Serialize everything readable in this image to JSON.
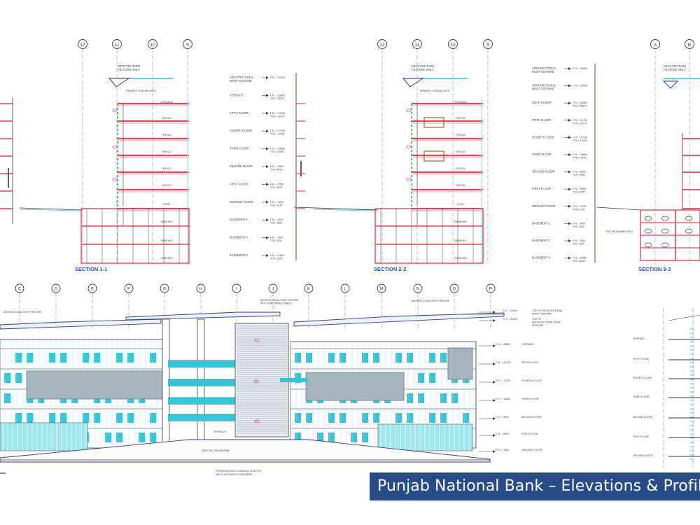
{
  "colors": {
    "line": "#3a3a3a",
    "slab": "#e0475a",
    "cyan": "#34c6d6",
    "cyan_light": "#9fe6ee",
    "glass_grey": "#a7b5bf",
    "green": "#2db34a",
    "magenta": "#d84fd8",
    "grid": "#7a7a7a",
    "caption_bg": "#274b86",
    "caption_text": "#ffffff"
  },
  "caption": "Punjab National Bank – Elevations & Profil",
  "sections": [
    {
      "title": "SECTION 1-1",
      "grid": [
        "12",
        "11",
        "10",
        "9"
      ],
      "feature_note": [
        "ARCHITECTURE",
        "FEATURE ONLY"
      ],
      "parapet_note": "PARAPET 2000 MM HIGH",
      "rooms": [
        "TERRACE",
        "OFFICE",
        "OFFICE",
        "OFFICE",
        "OFFICE",
        "OFFICE",
        "CONF",
        "PARKING",
        "PARKING",
        "PARKING"
      ]
    },
    {
      "title": "SECTION 2-2",
      "grid": [
        "12",
        "11",
        "10",
        "9"
      ],
      "feature_note": [
        "ARCHITECTURE",
        "FEATURE ONLY"
      ],
      "parapet_note": "PARAPET 2000 MM HIGH",
      "rooms": [
        "TERRACE",
        "OFFICE",
        "OFFICE",
        "OFFICE",
        "OFFICE",
        "OFFICE",
        "CONF",
        "PARKING",
        "PARKING",
        "PARKING"
      ]
    },
    {
      "title": "SECTION 3-3",
      "grid": [
        "A",
        "B"
      ],
      "feature_note": [
        "ARCHITECTURE",
        "FEATURE ONLY"
      ],
      "retaining_note": "RCC RETAINING WALL"
    }
  ],
  "levels_section2": [
    {
      "name": "ARCHITECTURAL\nROOF FEATURE",
      "val": "F.FL. +32000",
      "tos": ""
    },
    {
      "name": "TERRACE",
      "val": "F.FL. +25800",
      "tos": "TOS + 25675"
    },
    {
      "name": "FIFTH FLOOR",
      "val": "F.FL. +21700",
      "tos": "TOS + 21675"
    },
    {
      "name": "FOURTH FLOOR",
      "val": "F.FL. +17700",
      "tos": "TOS + 17625"
    },
    {
      "name": "THIRD FLOOR",
      "val": "F.FL. +13650",
      "tos": "TOS +13575"
    },
    {
      "name": "SECOND FLOOR",
      "val": "F.FL. +9600",
      "tos": "TOS +9525"
    },
    {
      "name": "FIRST FLOOR",
      "val": "F.FL. +5550",
      "tos": "TOS +5475"
    },
    {
      "name": "GROUND FLOOR",
      "val": "F.FL. +1200",
      "tos": "TOS +1125"
    },
    {
      "name": "BASEMENT-1",
      "val": "F.FL. -3450",
      "tos": "TOS -3525"
    },
    {
      "name": "BASEMENT-2",
      "val": "F.FL. -7600",
      "tos": "TOS -7600"
    },
    {
      "name": "BASEMENT-3",
      "val": "F.FL. -11650",
      "tos": "TOS -11650"
    }
  ],
  "levels_section3": [
    {
      "name": "ARCHITECTURAL\nROOF FEATURE",
      "val": "F.FL. +34000",
      "tos": ""
    },
    {
      "name": "ARCHITECTURAL\nROOF FEATURE",
      "val": "F.FL. +32000",
      "tos": ""
    },
    {
      "name": "SIXTH FLOOR",
      "val": "F.FL. +25800",
      "tos": "TOS + 25675"
    },
    {
      "name": "FIFTH FLOOR",
      "val": "F.FL. +21700",
      "tos": "TOS + 21675"
    },
    {
      "name": "FOURTH FLOOR",
      "val": "F.FL. +17700",
      "tos": "TOS + 17625"
    },
    {
      "name": "THIRD FLOOR",
      "val": "F.FL. +13650",
      "tos": "TOS +13575"
    },
    {
      "name": "SECOND FLOOR",
      "val": "F.FL. +9600",
      "tos": "TOS +9525"
    },
    {
      "name": "FIRST FLOOR",
      "val": "F.FL. +5550",
      "tos": "TOS +5475"
    },
    {
      "name": "GROUND FLOOR",
      "val": "F.FL. +1200",
      "tos": "TOS +1125"
    },
    {
      "name": "BASEMENT-1",
      "val": "F.FL. -3450",
      "tos": "TOS -3525"
    },
    {
      "name": "BASEMENT-2",
      "val": "F.FL. -7600",
      "tos": "TOS -7600"
    },
    {
      "name": "BASEMENT-3",
      "val": "F.FL. -11650",
      "tos": "TOS -11650"
    }
  ],
  "elevation": {
    "grid": [
      "C",
      "D",
      "E",
      "F",
      "G",
      "H",
      "I",
      "J",
      "K",
      "L",
      "M",
      "N",
      "O",
      "P"
    ],
    "top_notes": [
      "ARCHITECTURAL ROOF FEATURE",
      "ARCHITECTURAL ROOF FEATURE\nWITH PERFORATED PANELS",
      "ARCHITECTURAL ROOF FEATURE"
    ],
    "levels": [
      {
        "name": "TOP OF ARCHITECTURAL\nROOF FEATURE",
        "val": "F.FL. = 34000"
      },
      {
        "name": "TOP OF\nARCHITECTURAL ROOF\nFEATURE",
        "val": "F.FL. = 32000"
      },
      {
        "name": "TERRACE",
        "val": "F.FL. = 25800"
      },
      {
        "name": "FIFTH FLOOR",
        "val": "F.FL. = 21700"
      },
      {
        "name": "FOURTH FLOOR",
        "val": "F.FL. = 17700"
      },
      {
        "name": "THIRD FLOOR",
        "val": "F.FL. = 13650"
      },
      {
        "name": "SECOND FLOOR",
        "val": "F.FL. = 9600"
      },
      {
        "name": "FIRST FLOOR",
        "val": "F.FL. = 5550"
      },
      {
        "name": "GROUND FLOOR",
        "val": "F.FL. = 1200"
      }
    ],
    "center_note": "TERRACE",
    "bottom_notes": [
      "EARTH FILL BELOW RAMP",
      "PODIUM WITH ACP CLADDING ON MS STR.",
      "AND GLASS PANELS IN BETWEEN"
    ]
  },
  "right_elevation_levels": [
    "TERRACE",
    "FIFTH FLOOR",
    "FOURTH FLOOR",
    "THIRD FLOOR",
    "SECOND FLOOR",
    "FIRST FLOOR",
    "GROUND FLOOR"
  ]
}
